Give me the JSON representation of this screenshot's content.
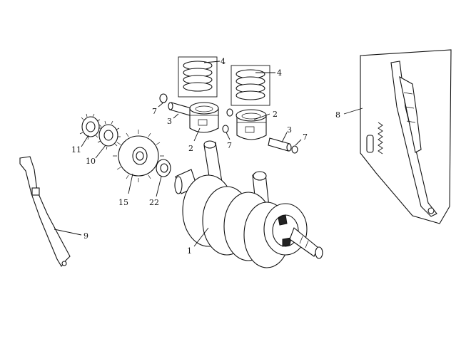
{
  "callouts": [
    {
      "id": "1",
      "text": "1"
    },
    {
      "id": "2a",
      "text": "2"
    },
    {
      "id": "2b",
      "text": "2"
    },
    {
      "id": "3a",
      "text": "3"
    },
    {
      "id": "3b",
      "text": "3"
    },
    {
      "id": "4a",
      "text": "4"
    },
    {
      "id": "4b",
      "text": "4"
    },
    {
      "id": "7a",
      "text": "7"
    },
    {
      "id": "7b",
      "text": "7"
    },
    {
      "id": "7c",
      "text": "7"
    },
    {
      "id": "8",
      "text": "8"
    },
    {
      "id": "9",
      "text": "9"
    },
    {
      "id": "10",
      "text": "10"
    },
    {
      "id": "11",
      "text": "11"
    },
    {
      "id": "15",
      "text": "15"
    },
    {
      "id": "22",
      "text": "22"
    }
  ]
}
